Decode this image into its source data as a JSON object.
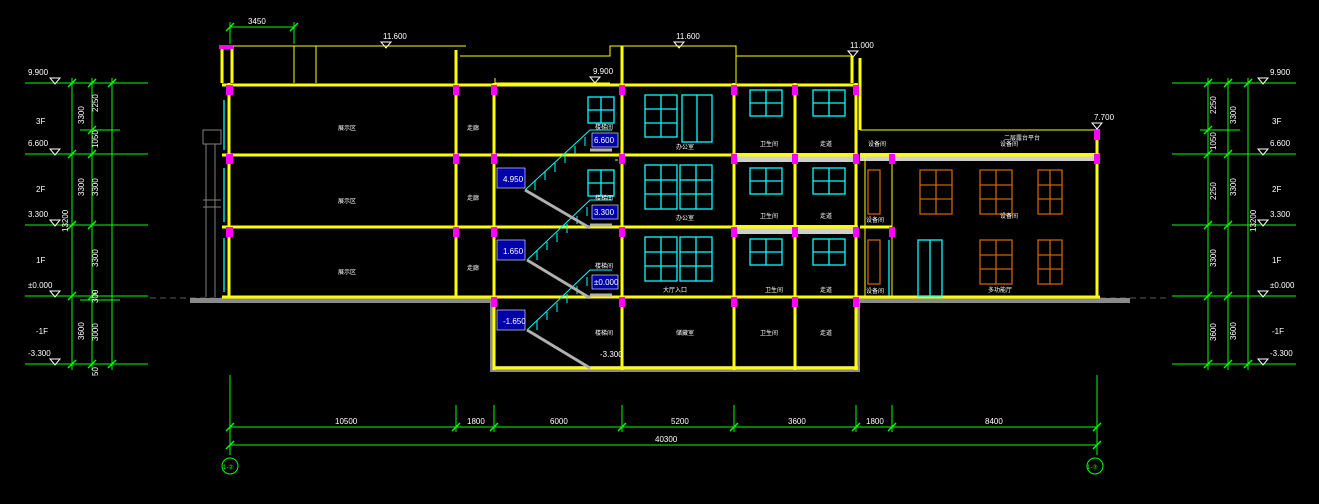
{
  "colors": {
    "background": "#000000",
    "wall": "#ffff00",
    "dimension": "#00ff00",
    "window": "#00ffff",
    "column": "#ff00ff",
    "stair_tag": "#0000aa",
    "ground": "#9a9a9a",
    "window_brown": "#c86400",
    "text": "#ffffff"
  },
  "left_levels": [
    {
      "value": "9.900"
    },
    {
      "value": "6.600"
    },
    {
      "value": "3.300"
    },
    {
      "value": "±0.000"
    },
    {
      "value": "-3.300"
    }
  ],
  "right_levels": [
    {
      "value": "9.900"
    },
    {
      "value": "6.600"
    },
    {
      "value": "3.300"
    },
    {
      "value": "±0.000"
    },
    {
      "value": "-3.300"
    }
  ],
  "floor_labels": [
    "3F",
    "2F",
    "1F",
    "-1F"
  ],
  "left_inner_dims": [
    "2250",
    "1050",
    "3300",
    "3300",
    "300",
    "3000",
    "50"
  ],
  "left_outer_dims": [
    "3300",
    "13200",
    "3300",
    "3600"
  ],
  "right_inner_dims": [
    "2250",
    "1050",
    "2250",
    "3300",
    "3600"
  ],
  "right_outer_dims": [
    "3300",
    "13200",
    "3300",
    "3600"
  ],
  "top_levels": [
    {
      "value": "11.600"
    },
    {
      "value": "11.600"
    },
    {
      "value": "11.000"
    },
    {
      "value": "9.900"
    },
    {
      "value": "7.700"
    }
  ],
  "top_dim": "3450",
  "bottom_dims": [
    "10500",
    "1800",
    "6000",
    "5200",
    "3600",
    "1800",
    "8400"
  ],
  "total_dim": "40300",
  "axis_labels": [
    "1-②",
    "1-③"
  ],
  "stair_tags": [
    "6.600",
    "4.950",
    "3.300",
    "1.650",
    "±0.000",
    "-1.650"
  ],
  "stair_bottom_level": "-3.300",
  "room_labels": [
    "展示区",
    "展示区",
    "展示区",
    "走廊",
    "走廊",
    "走廊",
    "楼梯间",
    "楼梯间",
    "楼梯间",
    "楼梯间",
    "办公室",
    "办公室",
    "大厅入口",
    "储藏室",
    "卫生间",
    "卫生间",
    "卫生间",
    "卫生间",
    "走道",
    "走道",
    "走道",
    "走道",
    "设备间",
    "设备间",
    "设备间",
    "设备间",
    "设备间",
    "多功能厅",
    "二层露台平台"
  ]
}
